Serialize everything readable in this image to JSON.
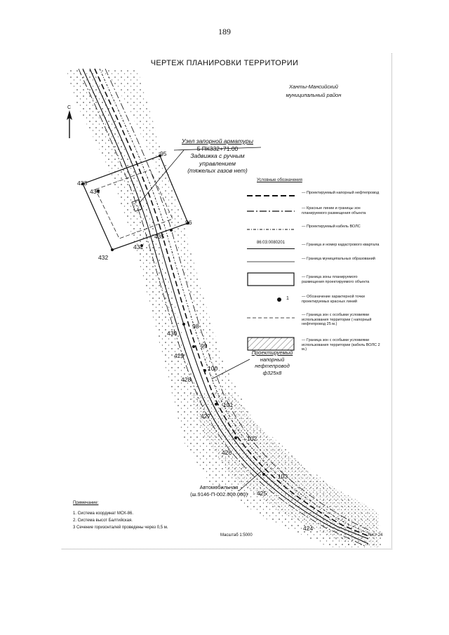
{
  "page_number": "189",
  "title": "ЧЕРТЕЖ ПЛАНИРОВКИ ТЕРРИТОРИИ",
  "region": [
    "Ханты-Мансийский",
    "муниципальный район"
  ],
  "north_label": "С",
  "valve_callout": {
    "title": "Узел запорной арматуры",
    "pk": "5 ПК332+71.00",
    "lines": [
      "Задвижка с ручным",
      "управлением",
      "(тяжелых газов нет)"
    ]
  },
  "pipeline_callout": [
    "Проектируемый",
    "напорный",
    "нефтепровод",
    "ф325х8"
  ],
  "road_callout": [
    "Автомобильная",
    "(ш.9146-П-002.000.000)"
  ],
  "legend": {
    "title": "Условные обозначения",
    "items": [
      {
        "symbol": "dashed-heavy",
        "text": "— Проектируемый напорный нефтепровод"
      },
      {
        "symbol": "dash-dot",
        "text": "— Красные линии и границы зон планируемого размещения объекта"
      },
      {
        "symbol": "cable",
        "text": "— Проектируемый кабель ВОЛС"
      },
      {
        "symbol": "cadastral",
        "label": "86:03:0080201",
        "text": "— Граница и номер кадастрового квартала"
      },
      {
        "symbol": "municipal",
        "text": "— Граница муниципальных образований"
      },
      {
        "symbol": "rect",
        "text": "— Граница зоны планируемого размещения проектируемого объекта"
      },
      {
        "symbol": "dot",
        "label": "1",
        "text": "— Обозначение характерной точки проектируемых красных линий"
      },
      {
        "symbol": "dashed-thin",
        "text": "— Граница зон с особыми условиями использования территории ( напорный нефтепровод 25 м.)"
      },
      {
        "symbol": "hatched",
        "text": "— Граница зон с особыми условиями использования территории (кабель ВОЛС 2 м.)"
      }
    ]
  },
  "points": [
    "95",
    "96",
    "432",
    "433",
    "434",
    "435",
    "431",
    "98",
    "99",
    "100",
    "101",
    "102",
    "103",
    "430",
    "429",
    "428",
    "427",
    "426",
    "425",
    "424"
  ],
  "notes": {
    "title": "Примечание:",
    "items": [
      "1. Система координат МСК-86.",
      "2. Система высот Балтийская.",
      "3 Сечение горизонталей проведены через 0,5 м."
    ]
  },
  "scale": "Масштаб 1:5000",
  "sheet": "Лист 24"
}
